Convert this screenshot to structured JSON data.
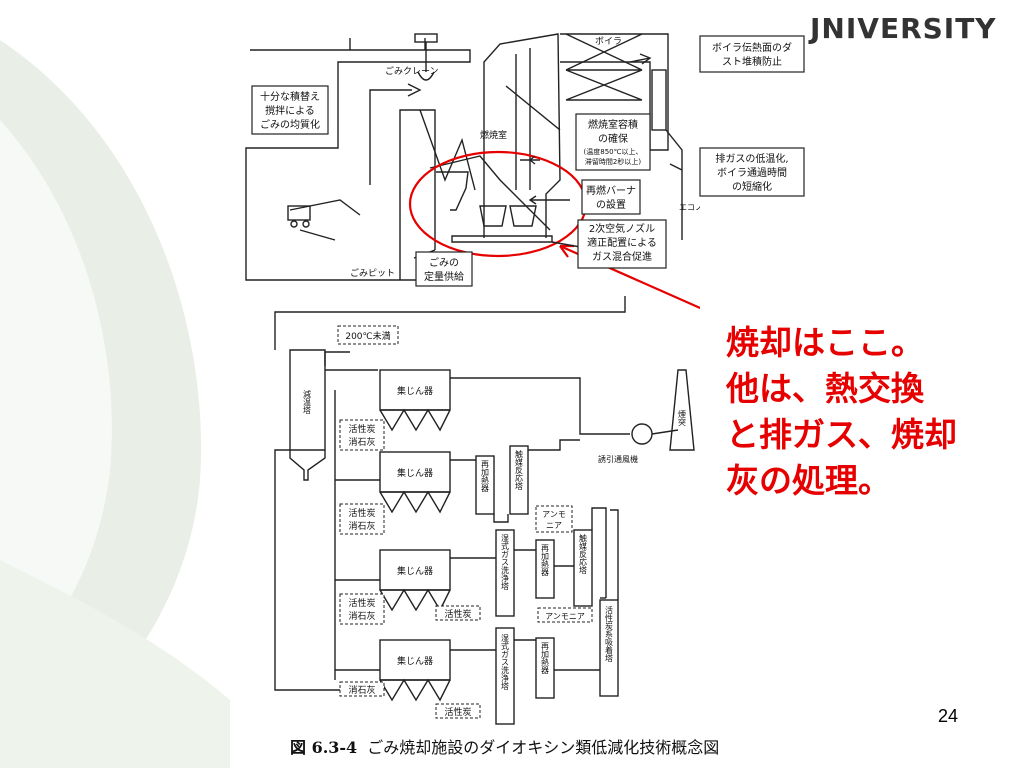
{
  "logo": "JNIVERSITY",
  "note_lines": [
    "焼却はここ。",
    "他は、熱交換",
    "と排ガス、焼却",
    "灰の処理。"
  ],
  "page_number": "24",
  "caption": {
    "fig_no": "図 6.3-4",
    "title": "ごみ焼却施設のダイオキシン類低減化技術概念図"
  },
  "labels": {
    "crane": "ごみクレーン",
    "mix": [
      "十分な積替え",
      "撹拌による",
      "ごみの均質化"
    ],
    "boiler": "ボイラ",
    "dust": [
      "ボイラ伝熱面のダ",
      "スト堆積防止"
    ],
    "economizer": "エコノマイザ",
    "furnace_room": "燃焼室",
    "volume": [
      "燃焼室容積",
      "の確保"
    ],
    "volume_note": [
      "(温度850℃以上、",
      "滞留時間2秒以上)"
    ],
    "exhaust": [
      "排ガスの低温化,",
      "ボイラ通過時間",
      "の短縮化"
    ],
    "reburner": [
      "再燃バーナ",
      "の設置"
    ],
    "nozzle": [
      "2次空気ノズル",
      "適正配置による",
      "ガス混合促進"
    ],
    "supply": [
      "ごみの",
      "定量供給"
    ],
    "pit": "ごみピット",
    "below200": "200℃未満",
    "cooling_tower": "減温塔",
    "collector": "集じん器",
    "activated_carbon": "活性炭",
    "slaked_lime": "消石灰",
    "reheater": "再加熱器",
    "catalyst": "触媒反応塔",
    "ammonia_short": [
      "アンモ",
      "ニア"
    ],
    "ammonia": "アンモニア",
    "wet_scrubber": "湿式ガス洗浄塔",
    "carbon_tower": "活性炭系吸着塔",
    "fan": "誘引通風機",
    "stack": "煙突"
  }
}
